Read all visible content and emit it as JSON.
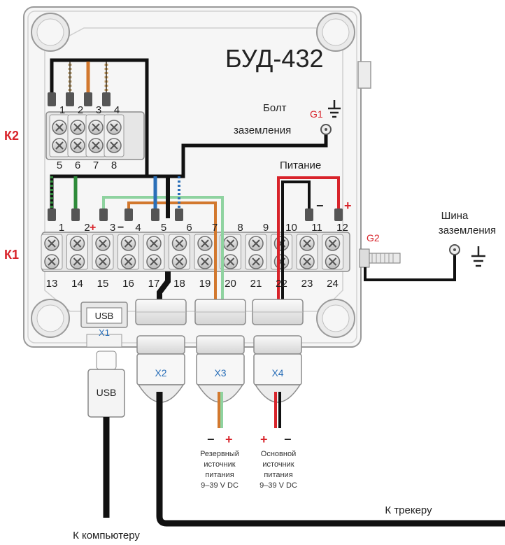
{
  "device": {
    "title": "БУД-432"
  },
  "labels": {
    "k2": "К2",
    "k1": "К1",
    "ground_bolt": [
      "Болт",
      "заземления"
    ],
    "g1": "G1",
    "g2": "G2",
    "power": "Питание",
    "ground_bus": [
      "Шина",
      "заземления"
    ],
    "minus": "−",
    "plus": "+",
    "usb_port": "USB",
    "x1": "X1",
    "usb_plug": "USB",
    "x2": "X2",
    "x3": "X3",
    "x4": "X4",
    "to_computer": "К компьютеру",
    "to_tracker": "К трекеру",
    "reserve_supply": [
      "Резервный",
      "источник",
      "питания",
      "9–39 V DC"
    ],
    "main_supply": [
      "Основной",
      "источник",
      "питания",
      "9–39 V DC"
    ]
  },
  "k2_top_numbers": [
    "1",
    "2",
    "3",
    "4"
  ],
  "k2_bottom_numbers": [
    "5",
    "6",
    "7",
    "8"
  ],
  "k1_top_numbers": [
    "1",
    "2",
    "3",
    "4",
    "5",
    "6",
    "7",
    "8",
    "9",
    "10",
    "11",
    "12"
  ],
  "k1_bottom_numbers": [
    "13",
    "14",
    "15",
    "16",
    "17",
    "18",
    "19",
    "20",
    "21",
    "22",
    "23",
    "24"
  ],
  "colors": {
    "red": "#d8232a",
    "blue": "#2a6fb8",
    "green": "#2e8b3a",
    "orange": "#d2782e",
    "light_green": "#8fd3a0",
    "wire_black": "#111111"
  }
}
